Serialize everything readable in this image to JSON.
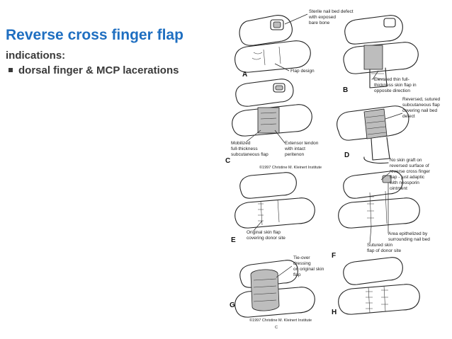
{
  "slide": {
    "title": "Reverse cross finger flap",
    "subtitle": "indications:",
    "bullets": [
      "dorsal finger & MCP lacerations"
    ],
    "accent_color": "#1f6fc1"
  },
  "figure": {
    "panels": {
      "A": {
        "letter": "A",
        "labels": [
          "Sterile nail bed defect",
          "with exposed",
          "bare bone",
          "Flap design"
        ]
      },
      "B": {
        "letter": "B",
        "labels": [
          "Elevated thin full-",
          "thickness skin flap in",
          "opposite direction"
        ]
      },
      "C": {
        "letter": "C",
        "labels": [
          "Mobilized",
          "full-thickness",
          "subcutaneous flap",
          "Extensor tendon",
          "with intact",
          "peritenon"
        ]
      },
      "D": {
        "letter": "D",
        "labels": [
          "Reversed, sutured",
          "subcutaneous flap",
          "covering nail bed",
          "defect"
        ]
      },
      "E": {
        "letter": "E",
        "labels": [
          "Original skin flap",
          "covering donor site"
        ]
      },
      "F": {
        "letter": "F",
        "labels": [
          "No skin graft on",
          "reversed surface of",
          "reverse cross finger",
          "flap - just adaptic",
          "with neosporin",
          "ointment",
          "Area epithelized by",
          "surrounding nail bed",
          "Sutured skin",
          "flap of donor site"
        ]
      },
      "G": {
        "letter": "G",
        "labels": [
          "Tie-over",
          "dressing",
          "on original skin",
          "flap"
        ]
      },
      "H": {
        "letter": "H",
        "labels": []
      }
    },
    "copyright_top": "©1997 Christine M. Kleinert Institute",
    "copyright_bottom": "©1997 Christine M. Kleinert Institute",
    "bottom_letter": "C"
  }
}
